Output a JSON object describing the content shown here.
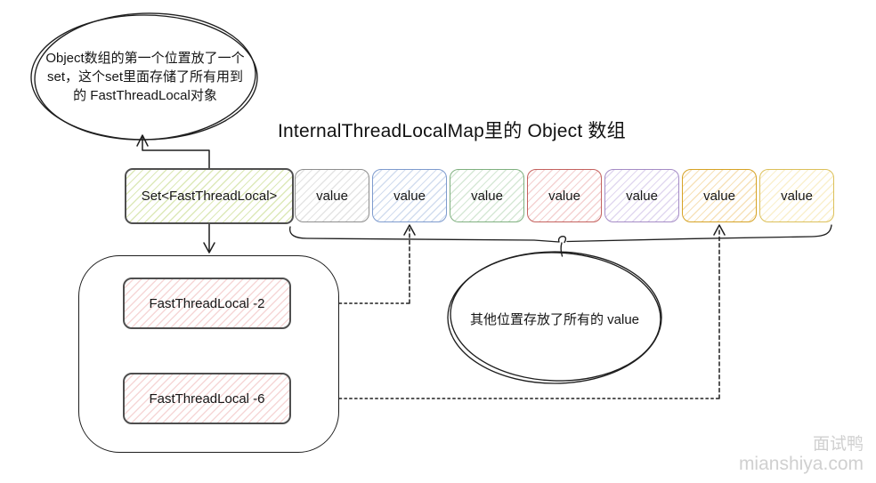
{
  "title": "InternalThreadLocalMap里的 Object 数组",
  "annotations": {
    "top_ellipse": "Object数组的第一个位置放了一个\nset，这个set里面存储了所有用到\n的 FastThreadLocal对象",
    "middle_ellipse": "其他位置存放了所有的 value"
  },
  "array": {
    "set_cell": {
      "label": "Set<FastThreadLocal>",
      "border": "#4f4f4f",
      "hatch": "#dde9b9"
    },
    "cells": [
      {
        "label": "value",
        "border": "#8d8d8d",
        "hatch": "#e4e4e4"
      },
      {
        "label": "value",
        "border": "#7e9bce",
        "hatch": "#d2ddef"
      },
      {
        "label": "value",
        "border": "#7fb07f",
        "hatch": "#d6e8d6"
      },
      {
        "label": "value",
        "border": "#c4615e",
        "hatch": "#f4d2d2"
      },
      {
        "label": "value",
        "border": "#a58cc6",
        "hatch": "#e1d8f0"
      },
      {
        "label": "value",
        "border": "#d6a325",
        "hatch": "#f7e2ba"
      },
      {
        "label": "value",
        "border": "#dcc05a",
        "hatch": "#faf0cd"
      }
    ]
  },
  "set_container": {
    "border": "#4f4f4f",
    "hatch": "#f6d7d7",
    "items": [
      {
        "label": "FastThreadLocal -2"
      },
      {
        "label": "FastThreadLocal -6"
      }
    ]
  },
  "ink_color": "#1e1e1e",
  "watermark": {
    "brand": "面试鸭",
    "site": "mianshiya.com"
  }
}
